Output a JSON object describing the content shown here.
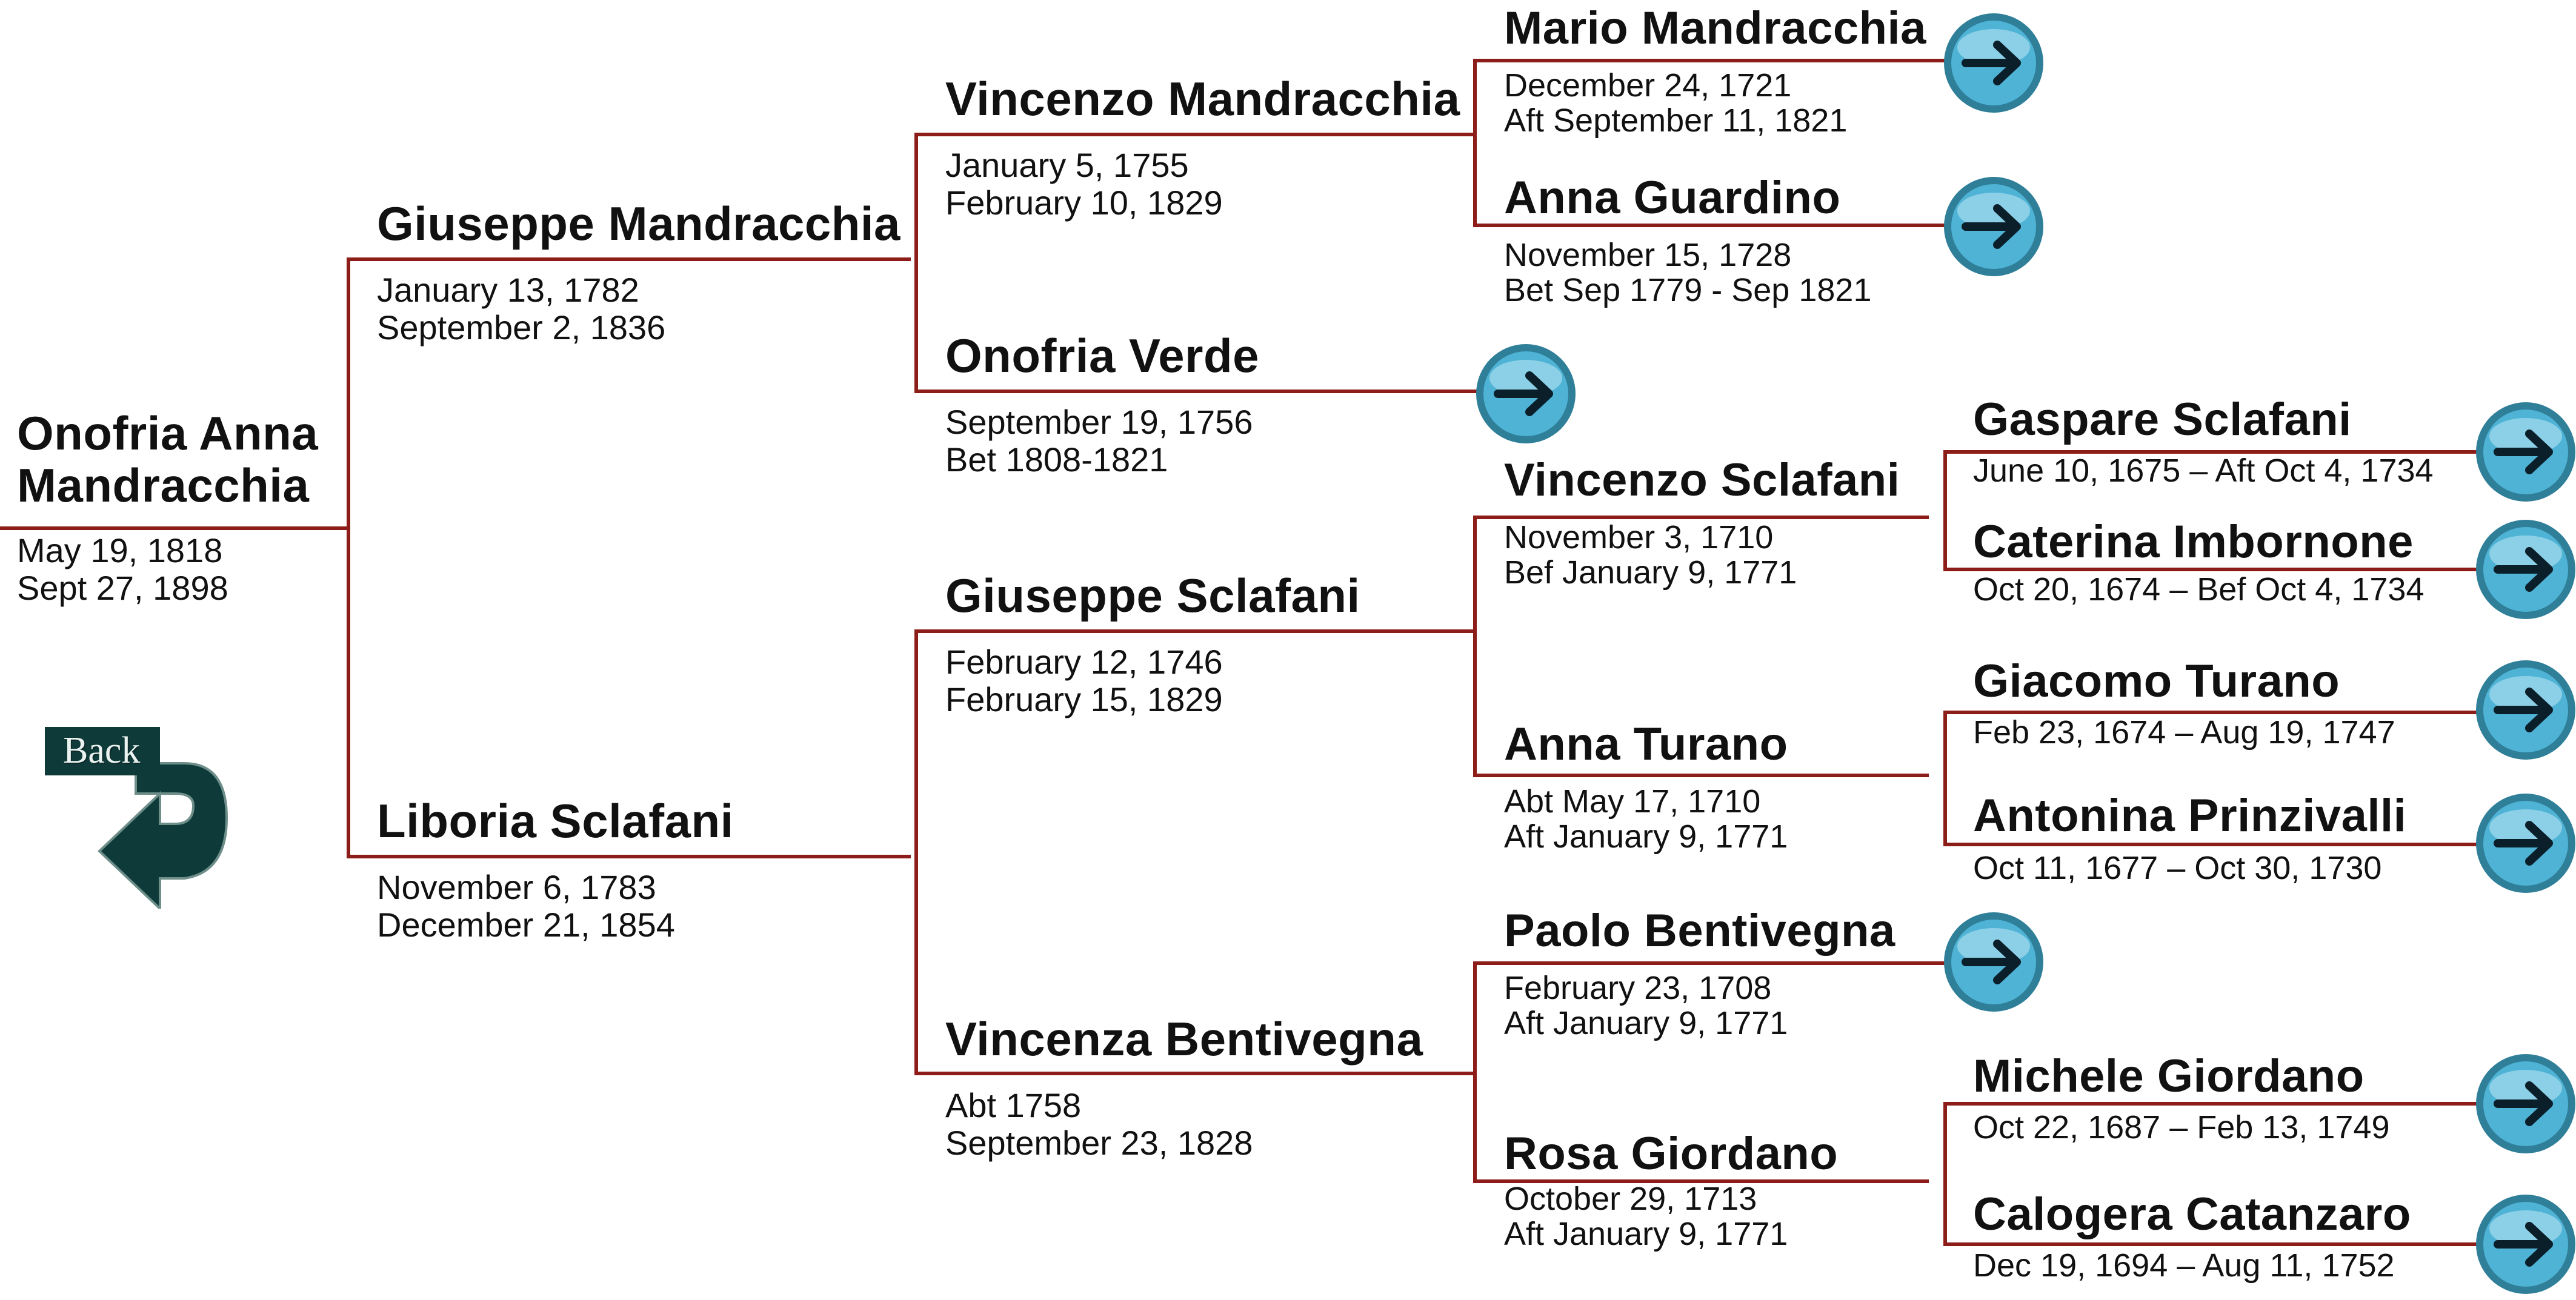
{
  "colors": {
    "line": "#8c1d18",
    "arrow_outer": "#2f7f99",
    "arrow_inner": "#4fb3d6",
    "back_arrow": "#0e3b3a"
  },
  "back": {
    "label": "Back",
    "icon": "back-arrow-icon"
  },
  "people": [
    {
      "id": "p0",
      "name_lines": [
        "Onofria Anna",
        "Mandracchia"
      ],
      "dates": [
        "May 19, 1818",
        "Sept   27, 1898"
      ]
    },
    {
      "id": "p1",
      "name_lines": [
        "Giuseppe Mandracchia"
      ],
      "dates": [
        "January  13, 1782",
        "September  2, 1836"
      ]
    },
    {
      "id": "p2",
      "name_lines": [
        "Liboria Sclafani"
      ],
      "dates": [
        "November 6, 1783",
        "December 21, 1854"
      ]
    },
    {
      "id": "p3",
      "name_lines": [
        "Vincenzo Mandracchia"
      ],
      "dates": [
        "January  5, 1755",
        "February 10, 1829"
      ]
    },
    {
      "id": "p4",
      "name_lines": [
        "Onofria Verde"
      ],
      "dates": [
        "September  19, 1756",
        "Bet  1808-1821"
      ]
    },
    {
      "id": "p5",
      "name_lines": [
        "Giuseppe Sclafani"
      ],
      "dates": [
        "February 12, 1746",
        "February 15, 1829"
      ]
    },
    {
      "id": "p6",
      "name_lines": [
        "Vincenza Bentivegna"
      ],
      "dates": [
        "Abt  1758",
        "September 23, 1828"
      ]
    },
    {
      "id": "p7",
      "name_lines": [
        "Mario Mandracchia"
      ],
      "dates": [
        "December 24, 1721",
        "Aft September 11, 1821"
      ]
    },
    {
      "id": "p8",
      "name_lines": [
        "Anna Guardino"
      ],
      "dates": [
        "November 15, 1728",
        "Bet Sep 1779 - Sep 1821"
      ]
    },
    {
      "id": "p9",
      "name_lines": [
        "Vincenzo Sclafani"
      ],
      "dates": [
        "November 3, 1710",
        "Bef  January 9, 1771"
      ]
    },
    {
      "id": "p10",
      "name_lines": [
        "Anna Turano"
      ],
      "dates": [
        "Abt May 17, 1710",
        "Aft  January 9, 1771"
      ]
    },
    {
      "id": "p11",
      "name_lines": [
        "Paolo Bentivegna"
      ],
      "dates": [
        "February 23, 1708",
        "Aft  January 9, 1771"
      ]
    },
    {
      "id": "p12",
      "name_lines": [
        "Rosa Giordano"
      ],
      "dates": [
        "October 29, 1713",
        "Aft  January 9, 1771"
      ]
    },
    {
      "id": "p13",
      "name_lines": [
        "Gaspare Sclafani"
      ],
      "dates": [
        "June 10, 1675  – Aft Oct 4, 1734"
      ]
    },
    {
      "id": "p14",
      "name_lines": [
        "Caterina Imbornone"
      ],
      "dates": [
        "Oct  20, 1674 – Bef Oct 4, 1734"
      ]
    },
    {
      "id": "p15",
      "name_lines": [
        "Giacomo Turano"
      ],
      "dates": [
        "Feb 23, 1674 – Aug 19, 1747"
      ]
    },
    {
      "id": "p16",
      "name_lines": [
        "Antonina Prinzivalli"
      ],
      "dates": [
        "Oct 11, 1677 – Oct 30, 1730"
      ]
    },
    {
      "id": "p17",
      "name_lines": [
        "Michele Giordano"
      ],
      "dates": [
        "Oct 22, 1687 – Feb 13, 1749"
      ]
    },
    {
      "id": "p18",
      "name_lines": [
        "Calogera Catanzaro"
      ],
      "dates": [
        "Dec 19, 1694  – Aug 11, 1752"
      ]
    }
  ],
  "more_icon": "right-arrow-icon"
}
